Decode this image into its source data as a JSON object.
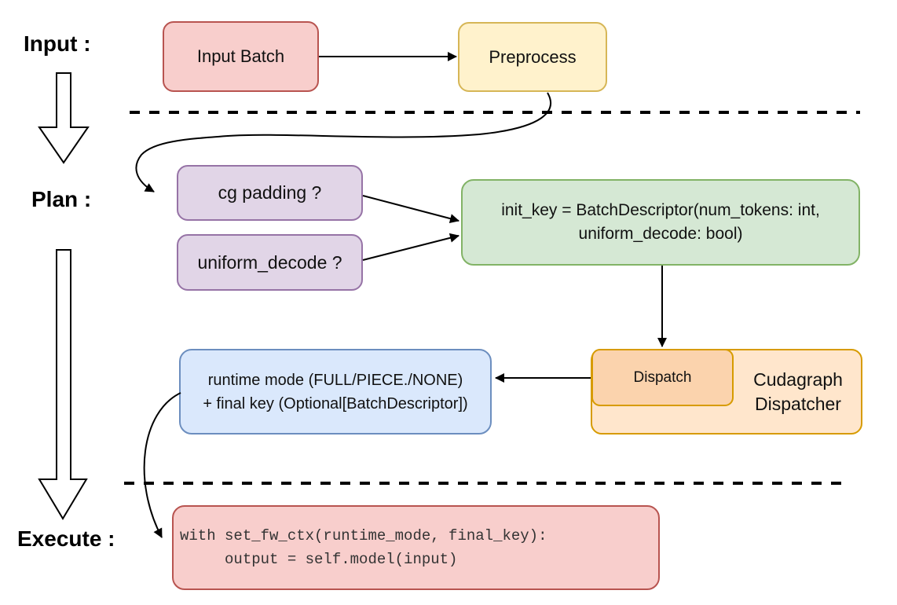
{
  "stage_labels": {
    "input": "Input :",
    "plan": "Plan :",
    "execute": "Execute :"
  },
  "nodes": {
    "input_batch": {
      "label": "Input Batch",
      "fill": "#f8cecc",
      "stroke": "#b85450"
    },
    "preprocess": {
      "label": "Preprocess",
      "fill": "#fff2cc",
      "stroke": "#d6b656"
    },
    "cg_padding": {
      "label": "cg padding ?",
      "fill": "#e1d5e7",
      "stroke": "#9673a6"
    },
    "uniform_decode": {
      "label": "uniform_decode ?",
      "fill": "#e1d5e7",
      "stroke": "#9673a6"
    },
    "init_key": {
      "line1": "init_key = BatchDescriptor(num_tokens: int,",
      "line2": "uniform_decode: bool)",
      "fill": "#d5e8d4",
      "stroke": "#82b366"
    },
    "dispatch": {
      "label": "Dispatch",
      "fill": "#fbd3ad",
      "stroke": "#d79b00"
    },
    "cudagraph_dispatcher": {
      "label": "Cudagraph Dispatcher",
      "fill": "#ffe6cc",
      "stroke": "#d79b00"
    },
    "runtime_mode": {
      "line1": "runtime mode (FULL/PIECE./NONE)",
      "line2": "+ final key (Optional[BatchDescriptor])",
      "fill": "#dae8fc",
      "stroke": "#6c8ebf"
    },
    "execute_code": {
      "line1": "with set_fw_ctx(runtime_mode, final_key):",
      "line2": "     output = self.model(input)",
      "fill": "#f8cecc",
      "stroke": "#b85450"
    }
  },
  "style": {
    "background": "#ffffff",
    "connector_color": "#000000",
    "separator_color": "#000000",
    "stage_arrow_fill": "#ffffff"
  }
}
